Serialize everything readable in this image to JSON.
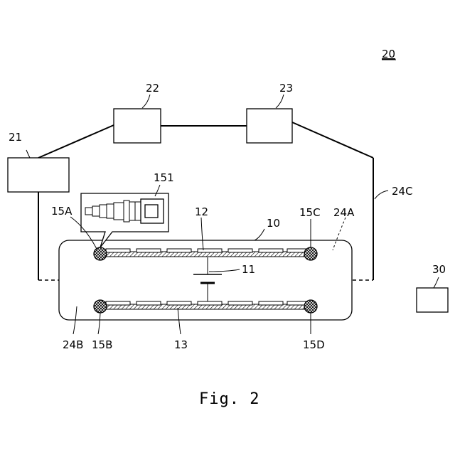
{
  "figure": {
    "caption": "Fig. 2",
    "label_20": "20",
    "label_21": "21",
    "label_22": "22",
    "label_23": "23",
    "label_24A": "24A",
    "label_24B": "24B",
    "label_24C": "24C",
    "label_10": "10",
    "label_11": "11",
    "label_12": "12",
    "label_13": "13",
    "label_15A": "15A",
    "label_15B": "15B",
    "label_15C": "15C",
    "label_15D": "15D",
    "label_151": "151",
    "label_30": "30"
  }
}
